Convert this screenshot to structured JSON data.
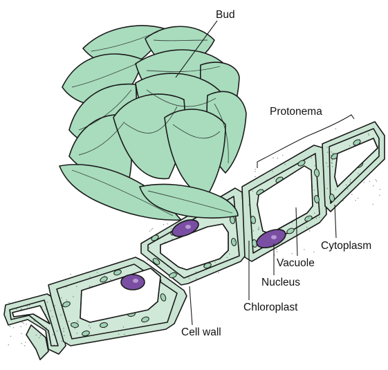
{
  "labels": {
    "bud": "Bud",
    "protonema": "Protonema",
    "cytoplasm": "Cytoplasm",
    "vacuole": "Vacuole",
    "nucleus": "Nucleus",
    "chloroplast": "Chloroplast",
    "cell_wall": "Cell wall"
  },
  "colors": {
    "cell_wall_fill": "#c9e4d2",
    "cytoplasm_fill": "#cfe8d8",
    "bud_leaf_fill": "#a8dcbd",
    "bud_leaf_highlight": "#c7ebd5",
    "nucleus_fill": "#7a4fa3",
    "nucleus_highlight": "#b899d3",
    "chloroplast_fill": "#9fd3b3",
    "vacuole_fill": "#ffffff",
    "outline": "#1a1a1a"
  }
}
